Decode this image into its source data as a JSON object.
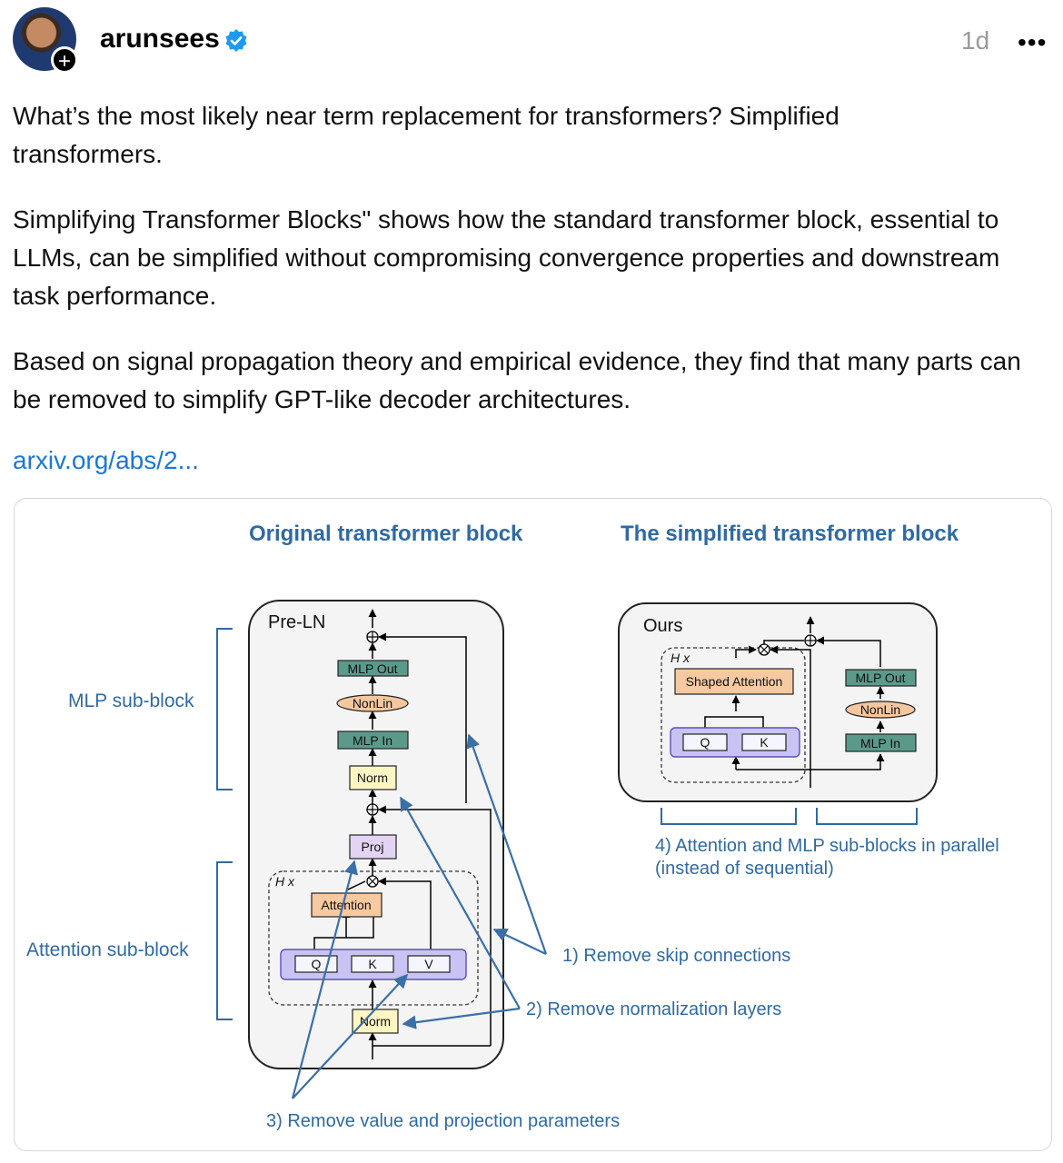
{
  "post": {
    "username": "arunsees",
    "timestamp": "1d",
    "more_label": "•••",
    "avatar_plus": "+",
    "paragraphs": [
      "What’s the most likely near term replacement for transformers? Simplified transformers.",
      "Simplifying Transformer Blocks\" shows how the standard transformer block, essential to LLMs, can be simplified without compromising convergence properties and downstream task performance.",
      "Based on signal propagation theory and empirical evidence, they find that many parts can be removed to simplify GPT-like decoder architectures."
    ],
    "link": "arxiv.org/abs/2..."
  },
  "figure": {
    "title_left": "Original transformer block",
    "title_right": "The simplified transformer block",
    "mlp_subblock": "MLP sub-block",
    "attention_subblock": "Attention sub-block",
    "preln": "Pre-LN",
    "ours": "Ours",
    "hx": "H x",
    "mlp_out": "MLP Out",
    "nonlin": "NonLin",
    "mlp_in": "MLP In",
    "norm": "Norm",
    "proj": "Proj",
    "attention": "Attention",
    "shaped_attention": "Shaped Attention",
    "q": "Q",
    "k": "K",
    "v": "V",
    "ann1": "1) Remove skip connections",
    "ann2": "2) Remove normalization layers",
    "ann3": "3) Remove value and projection parameters",
    "ann4_line1": "4) Attention and MLP sub-blocks in parallel",
    "ann4_line2": "(instead of sequential)"
  },
  "colors": {
    "blue_text": "#2f6aa3",
    "arrow_blue": "#3a6fa8",
    "mlp_green": "#5b9a8b",
    "nonlin_orange": "#f4c7a0",
    "norm_yellow": "#fdf6c3",
    "proj_purple": "#e2d4f2",
    "attention_orange": "#f6c9a0",
    "qkv_purple": "#c9c3f3",
    "link": "#1a78d6",
    "verified": "#1d9bf0"
  }
}
